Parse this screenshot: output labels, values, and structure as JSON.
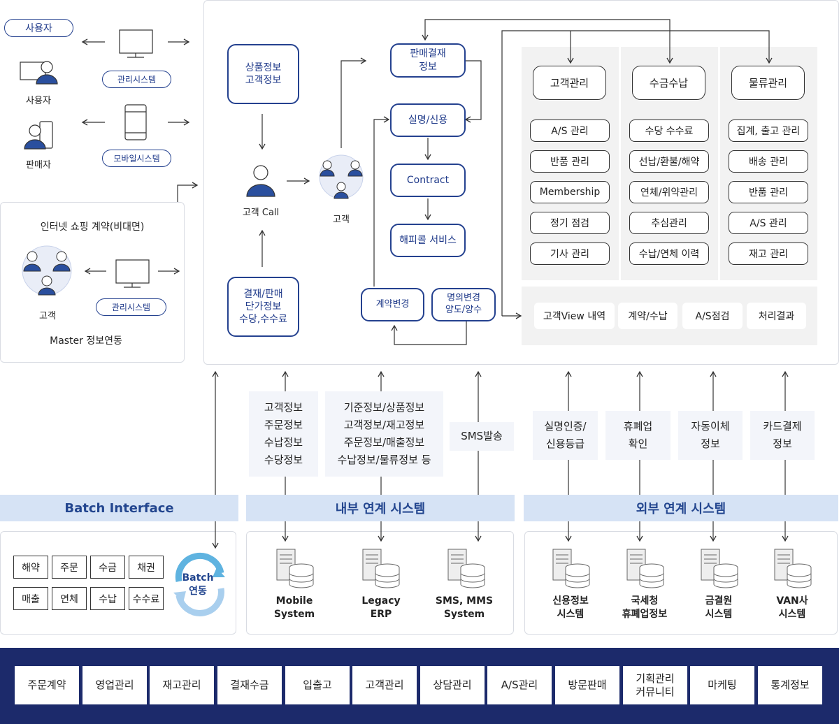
{
  "left": {
    "user_badge": "사용자",
    "user_label": "사용자",
    "seller_label": "판매자",
    "mgmt_system": "관리시스템",
    "mobile_system": "모바일시스템",
    "internet_title": "인터넷 쇼핑 계약(비대면)",
    "customer_label": "고객",
    "mgmt_system2": "관리시스템",
    "master_label": "Master 정보연동"
  },
  "center": {
    "product_info": "상품정보\n고객정보",
    "customer_call": "고객 Call",
    "customer": "고객",
    "settlement": "결재/판매\n단가정보\n수당,수수료",
    "sales_payment": "판매결재\n정보",
    "verify": "실명/신용",
    "contract": "Contract",
    "happy_call": "해피콜 서비스",
    "contract_change": "계약변경",
    "name_change": "명의변경\n양도/양수"
  },
  "modules": [
    {
      "title": "고객관리",
      "items": [
        "A/S 관리",
        "반품 관리",
        "Membership",
        "정기 점검",
        "기사 관리"
      ]
    },
    {
      "title": "수금수납",
      "items": [
        "수당 수수료",
        "선납/환불/해약",
        "연체/위약관리",
        "추심관리",
        "수납/연체 이력"
      ]
    },
    {
      "title": "물류관리",
      "items": [
        "집계, 출고 관리",
        "배송 관리",
        "반품 관리",
        "A/S 관리",
        "재고 관리"
      ]
    }
  ],
  "view_items": [
    "고객View 내역",
    "계약/수납",
    "A/S점검",
    "처리결과"
  ],
  "info_boxes": {
    "internal1": "고객정보\n주문정보\n수납정보\n수당정보",
    "internal2": "기준정보/상품정보\n고객정보/재고정보\n주문정보/매출정보\n수납정보/물류정보 등",
    "sms": "SMS발송",
    "ext1": "실명인증/\n신용등급",
    "ext2": "휴폐업\n확인",
    "ext3": "자동이체\n정보",
    "ext4": "카드결제\n정보"
  },
  "bands": {
    "batch": "Batch Interface",
    "internal": "내부 연계 시스템",
    "external": "외부 연계 시스템"
  },
  "batch_tags": [
    "해약",
    "주문",
    "수금",
    "채권",
    "매출",
    "연체",
    "수납",
    "수수료"
  ],
  "batch_cycle": "Batch\n연동",
  "internal_systems": [
    "Mobile\nSystem",
    "Legacy\nERP",
    "SMS, MMS\nSystem"
  ],
  "external_systems": [
    "신용정보\n시스템",
    "국세청\n휴폐업정보",
    "금결원\n시스템",
    "VAN사\n시스템"
  ],
  "bottom_bar": [
    "주문계약",
    "영업관리",
    "재고관리",
    "결재수금",
    "입출고",
    "고객관리",
    "상담관리",
    "A/S관리",
    "방문판매",
    "기획관리\n커뮤니티",
    "마케팅",
    "통계정보"
  ],
  "colors": {
    "navy": "#1c2a6b",
    "accent": "#24418f",
    "band": "#d6e3f5",
    "person": "#2a4f9e"
  }
}
